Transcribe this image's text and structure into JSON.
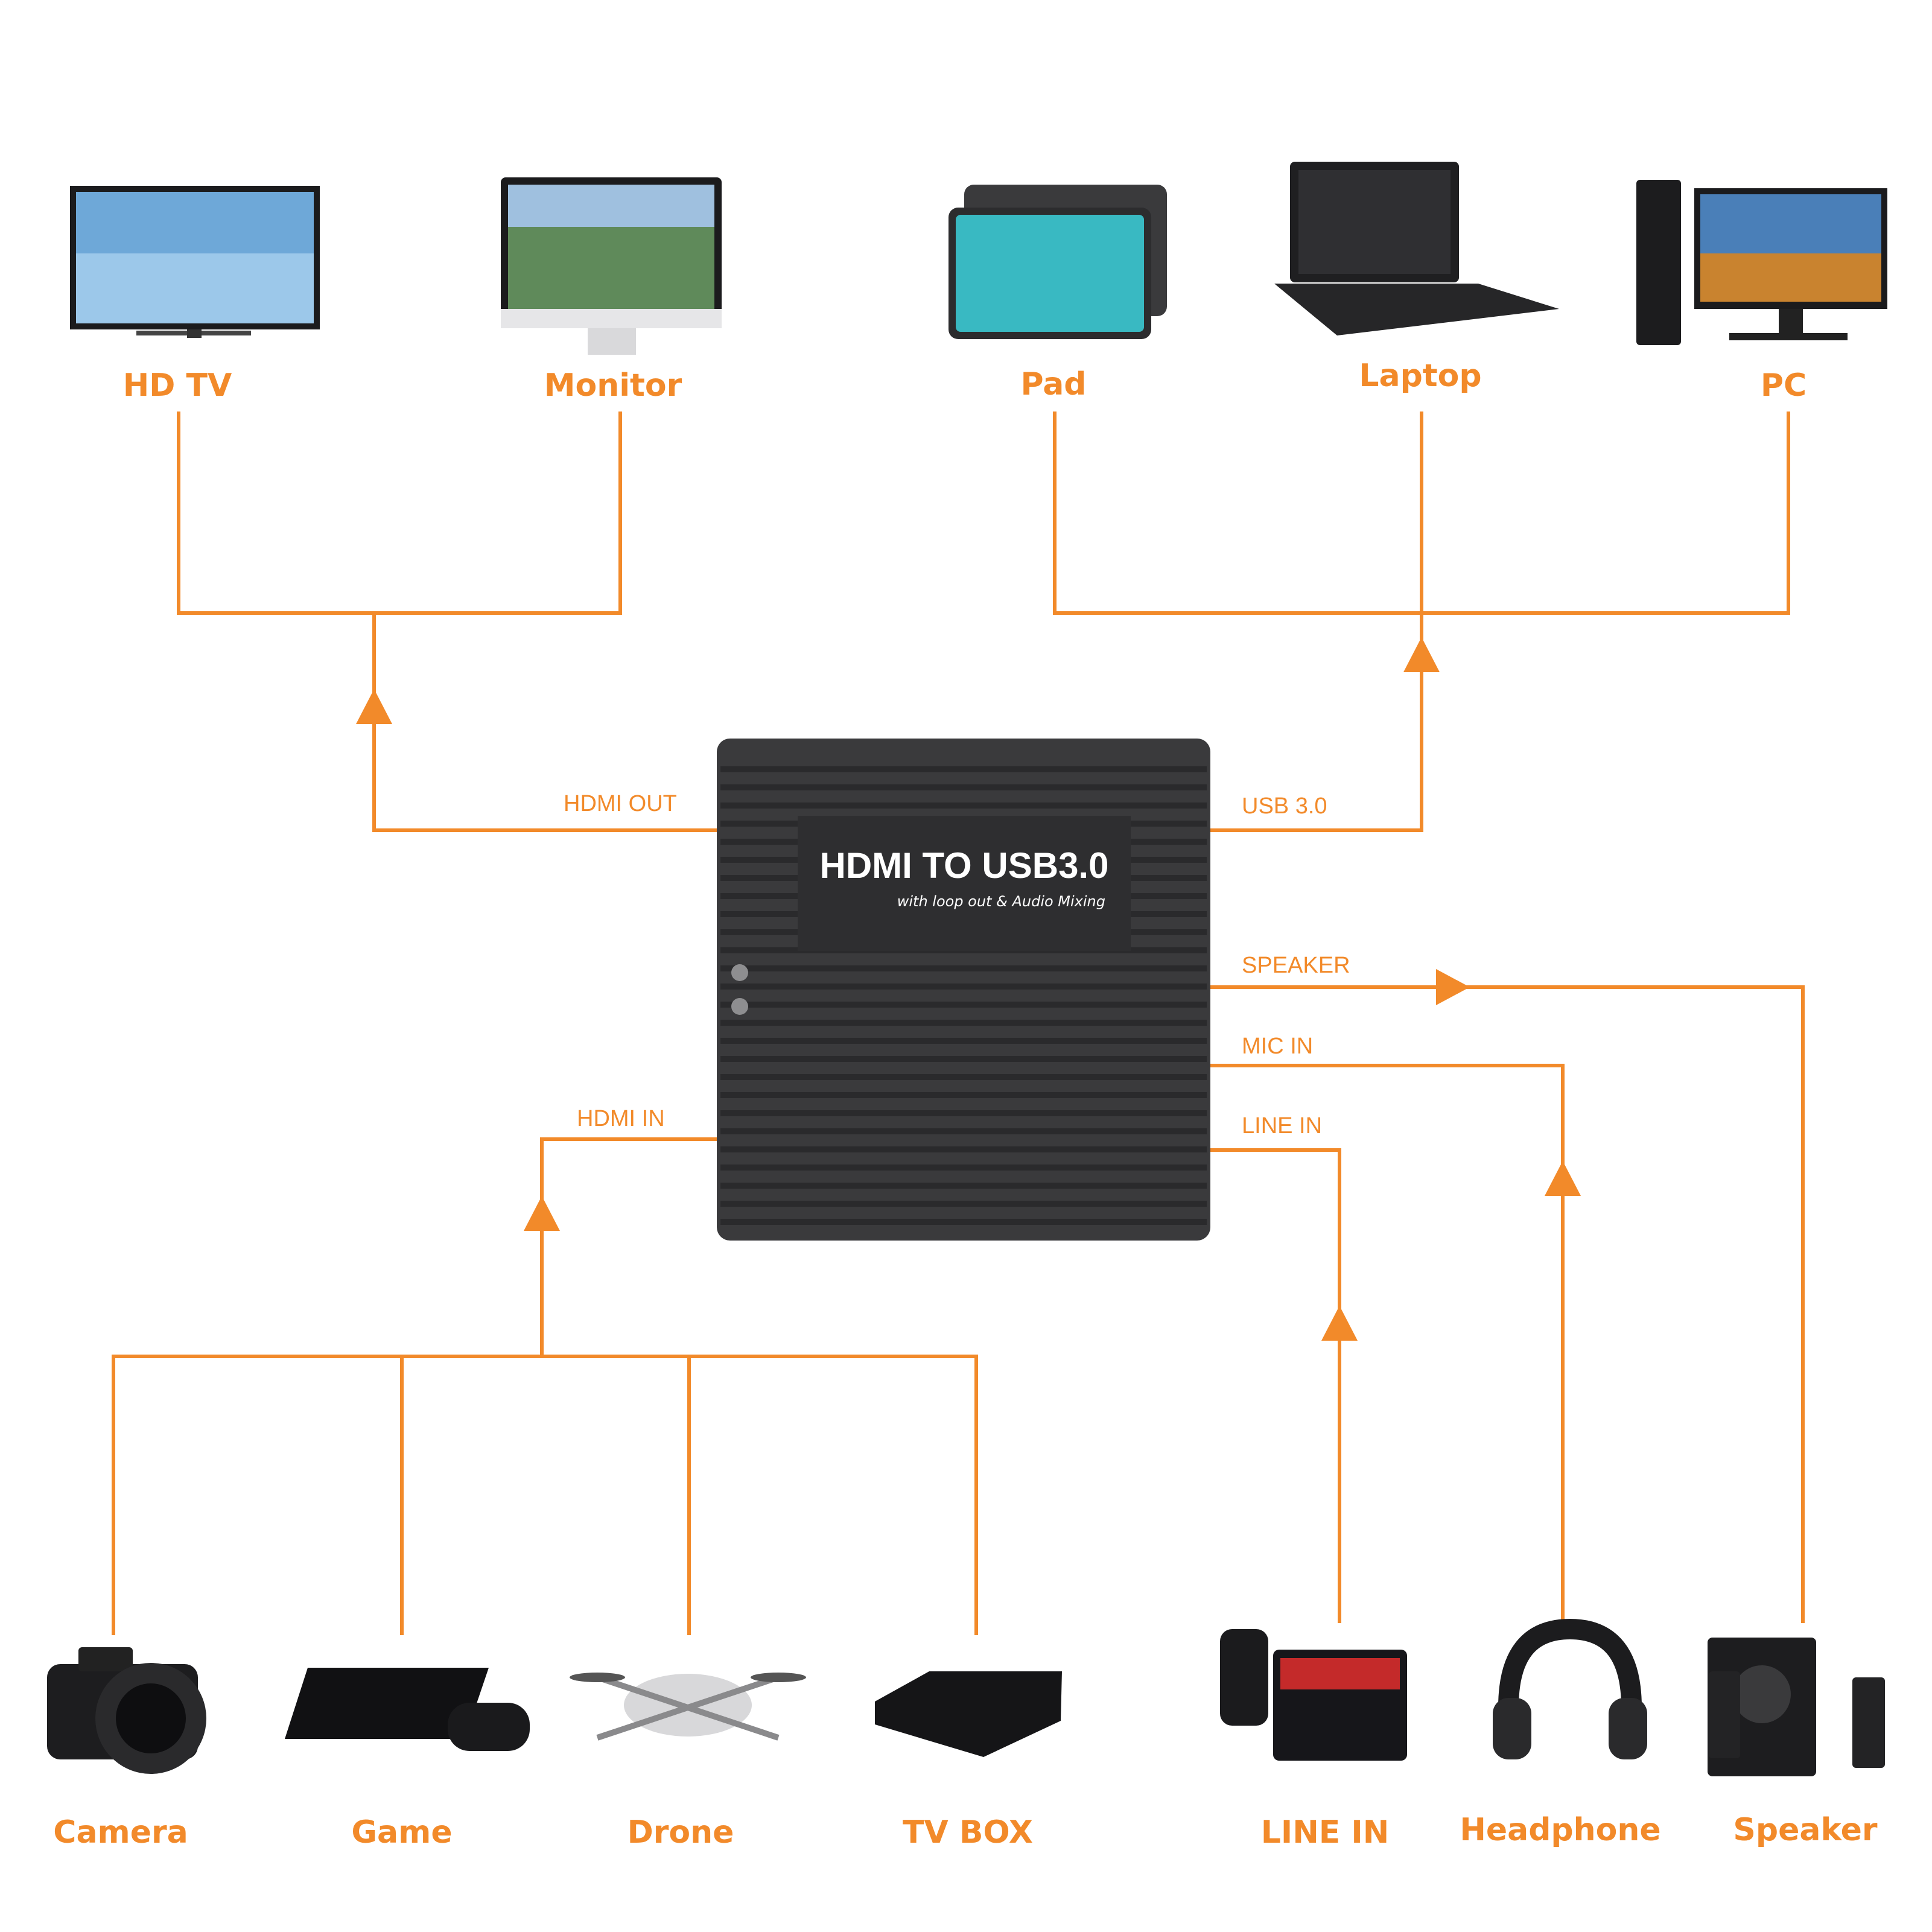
{
  "colors": {
    "accent": "#f28a2a",
    "device_body": "#3a3a3c",
    "device_rib": "#2a2a2c"
  },
  "hub": {
    "title": "HDMI TO USB3.0",
    "subtitle": "with loop out & Audio Mixing"
  },
  "ports": {
    "hdmi_out": "HDMI OUT",
    "usb": "USB 3.0",
    "speaker": "SPEAKER",
    "mic_in": "MIC IN",
    "line_in": "LINE IN",
    "hdmi_in": "HDMI IN"
  },
  "outputs_display": [
    {
      "label": "HD TV",
      "icon": "tv-icon"
    },
    {
      "label": "Monitor",
      "icon": "monitor-icon"
    }
  ],
  "outputs_usb": [
    {
      "label": "Pad",
      "icon": "tablet-icon"
    },
    {
      "label": "Laptop",
      "icon": "laptop-icon"
    },
    {
      "label": "PC",
      "icon": "desktop-pc-icon"
    }
  ],
  "inputs_hdmi": [
    {
      "label": "Camera",
      "icon": "camera-icon"
    },
    {
      "label": "Game",
      "icon": "game-console-icon"
    },
    {
      "label": "Drone",
      "icon": "drone-icon"
    },
    {
      "label": "TV BOX",
      "icon": "tv-box-icon"
    }
  ],
  "audio_devices": [
    {
      "label": "LINE IN",
      "icon": "sound-mixer-icon"
    },
    {
      "label": "Headphone",
      "icon": "headphone-icon"
    },
    {
      "label": "Speaker",
      "icon": "speaker-icon"
    }
  ]
}
